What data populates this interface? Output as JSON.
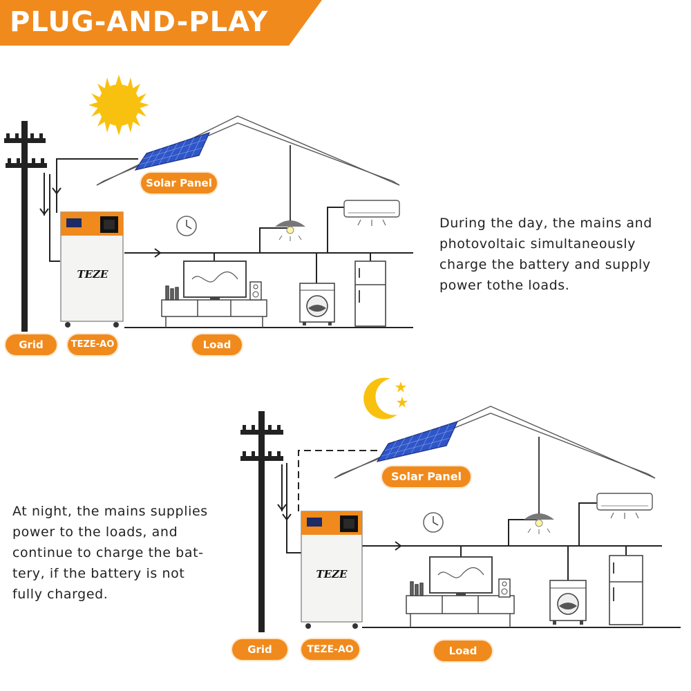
{
  "header": {
    "title": "PLUG-AND-PLAY"
  },
  "colors": {
    "accent": "#f08a1c",
    "text": "#222222",
    "line": "#333333",
    "solar_panel": "#2f56c8",
    "sun": "#f9c10f"
  },
  "day_scene": {
    "labels": {
      "grid": "Grid",
      "device": "TEZE-AO",
      "load": "Load",
      "solar_panel": "Solar Panel"
    },
    "device_brand": "TEZE",
    "description": [
      "During the day, the mains and",
      "photovoltaic simultaneously",
      "charge the battery and supply",
      "power tothe loads."
    ],
    "icons": [
      "sun-icon",
      "utility-pole-icon",
      "solar-panel-icon",
      "battery-storage-icon",
      "wall-clock-icon",
      "ceiling-lamp-icon",
      "air-conditioner-icon",
      "tv-icon",
      "speaker-icon",
      "washing-machine-icon",
      "refrigerator-icon"
    ]
  },
  "night_scene": {
    "labels": {
      "grid": "Grid",
      "device": "TEZE-AO",
      "load": "Load",
      "solar_panel": "Solar Panel"
    },
    "device_brand": "TEZE",
    "description": [
      "At night, the mains supplies",
      "power to the loads, and",
      "continue to charge the bat-",
      "tery, if the battery is not",
      "fully charged."
    ],
    "icons": [
      "moon-icon",
      "star-icon",
      "utility-pole-icon",
      "solar-panel-icon",
      "battery-storage-icon",
      "wall-clock-icon",
      "ceiling-lamp-icon",
      "air-conditioner-icon",
      "tv-icon",
      "speaker-icon",
      "washing-machine-icon",
      "refrigerator-icon"
    ]
  }
}
